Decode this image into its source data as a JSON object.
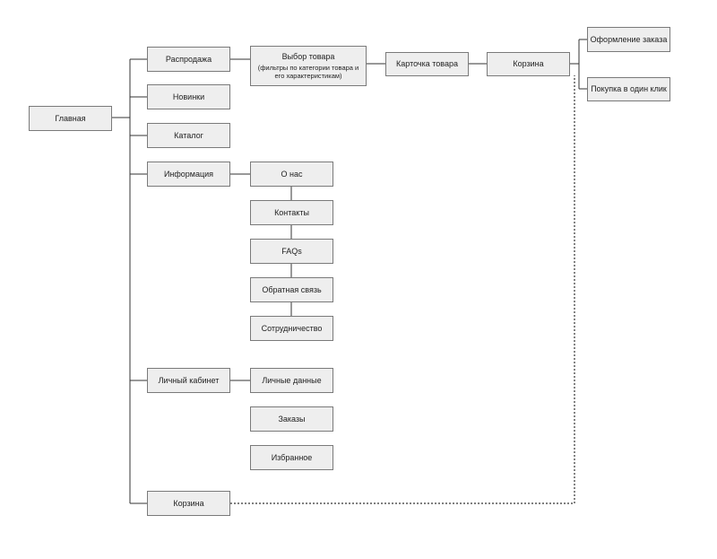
{
  "nodes": {
    "home": "Главная",
    "sale": "Распродажа",
    "new": "Новинки",
    "catalog": "Каталог",
    "info": "Информация",
    "cabinet": "Личный кабинет",
    "cart_bottom": "Корзина",
    "product_select": "Выбор товара",
    "product_select_sub": "(фильтры по категории товара и его характеристикам)",
    "product_card": "Карточка товара",
    "cart": "Корзина",
    "checkout": "Оформление заказа",
    "one_click": "Покупка в один клик",
    "about": "О нас",
    "contacts": "Контакты",
    "faqs": "FAQs",
    "feedback": "Обратная связь",
    "partnership": "Сотрудничество",
    "personal_data": "Личные данные",
    "orders": "Заказы",
    "favorites": "Избранное"
  },
  "colors": {
    "box_fill": "#eeeeee",
    "box_border": "#7a7a7a",
    "line": "#333333"
  }
}
